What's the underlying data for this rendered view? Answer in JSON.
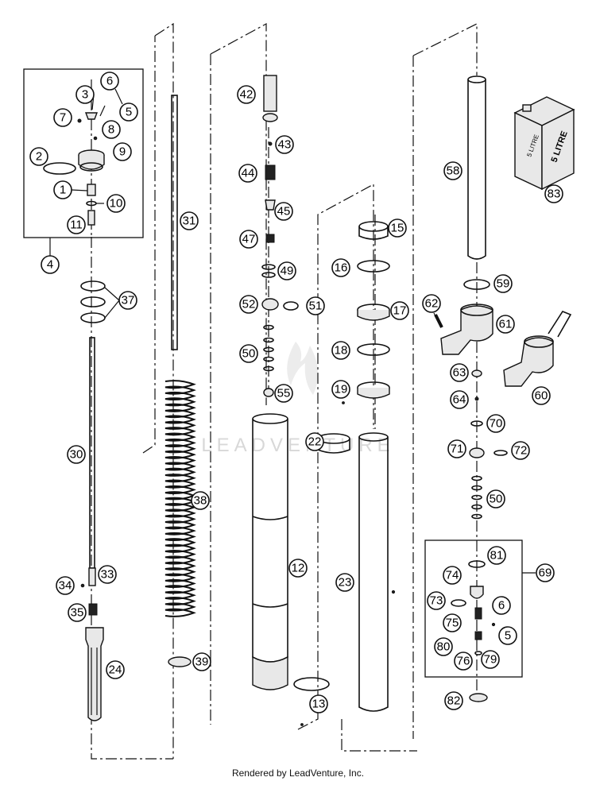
{
  "watermark": "LEADVENTURE",
  "footer": "Rendered by LeadVenture, Inc.",
  "oil_can": {
    "label_front": "5 LITRE",
    "label_side": "5 LITRE"
  },
  "callouts": [
    "1",
    "2",
    "3",
    "4",
    "5",
    "5",
    "6",
    "6",
    "7",
    "8",
    "9",
    "10",
    "11",
    "12",
    "13",
    "15",
    "16",
    "17",
    "18",
    "19",
    "22",
    "23",
    "24",
    "30",
    "31",
    "33",
    "34",
    "35",
    "37",
    "38",
    "39",
    "42",
    "43",
    "44",
    "45",
    "47",
    "49",
    "50",
    "50",
    "51",
    "52",
    "55",
    "58",
    "59",
    "60",
    "61",
    "62",
    "63",
    "64",
    "69",
    "70",
    "71",
    "72",
    "73",
    "74",
    "75",
    "76",
    "79",
    "80",
    "81",
    "82",
    "83"
  ]
}
